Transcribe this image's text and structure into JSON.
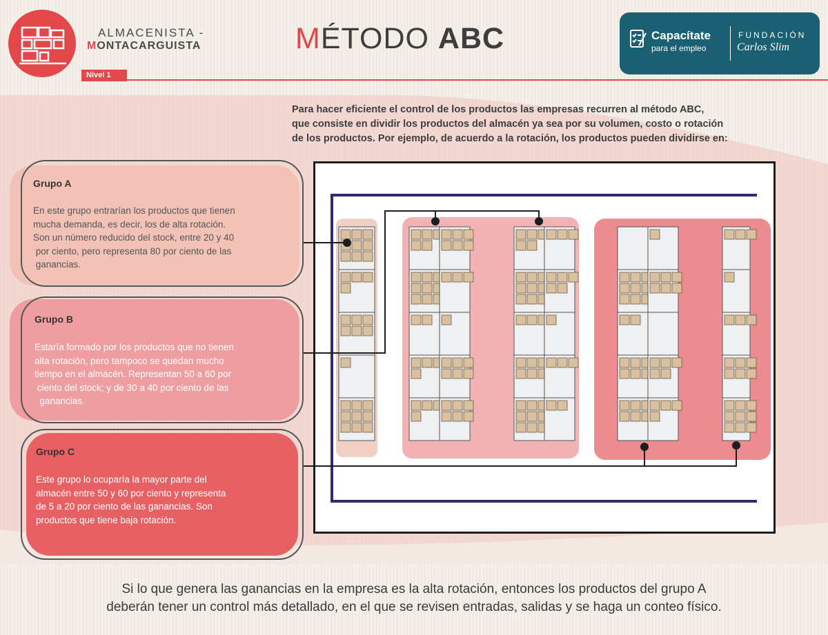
{
  "header": {
    "brand_line1": "ALMACENISTA -",
    "brand_line2_first": "M",
    "brand_line2_rest": "ONTACARGUISTA",
    "level": "Nivel 1",
    "title_first": "M",
    "title_mid": "ÉTODO ",
    "title_bold": "ABC"
  },
  "partner": {
    "main": "Capacítate",
    "sub": "para el empleo",
    "org": "FUNDACIÓN",
    "sign": "Carlos Slim"
  },
  "intro": [
    "Para hacer eficiente el control de los productos las empresas recurren al método ABC,",
    "que consiste en dividir los productos del almacén ya sea por su volumen, costo o rotación",
    "de los productos. Por ejemplo, de acuerdo a la rotación, los productos pueden dividirse en:"
  ],
  "groups": [
    {
      "title": "Grupo A",
      "lines": [
        "En este grupo entrarían los productos que tienen",
        "mucha demanda, es decir, los de alta rotación.",
        "Son un número reducido del stock, entre 20 y 40",
        " por ciento, pero representa 80 por ciento de las",
        " ganancias."
      ]
    },
    {
      "title": "Grupo B",
      "lines": [
        "Estaría formado por los productos que no tienen",
        "alta rotación, pero tampoco se quedan mucho",
        "tiempo en el almacén. Representan 50 a 60 por",
        " ciento del stock; y de 30 a 40 por ciento de las",
        "  ganancias."
      ]
    },
    {
      "title": "Grupo C",
      "lines": [
        "Este grupo lo ocuparía la mayor parte del",
        "almacén entre 50 y 60 por ciento y representa",
        "de 5 a 20 por ciento de las ganancias. Son",
        "productos que tiene baja rotación."
      ]
    }
  ],
  "bottom": [
    "Si lo que genera las ganancias en la empresa es la alta rotación, entonces los productos del grupo A",
    "deberán tener un control más detallado, en el que se revisen entradas, salidas y se haga un conteo físico."
  ],
  "colors": {
    "red": "#e3474a",
    "teal": "#1b5f73",
    "zone_a": "#f0cfc4",
    "zone_b": "#f2b3b5",
    "zone_c": "#ec8c90",
    "box_fill": "#d9c19f",
    "navy": "#2e2a73"
  }
}
